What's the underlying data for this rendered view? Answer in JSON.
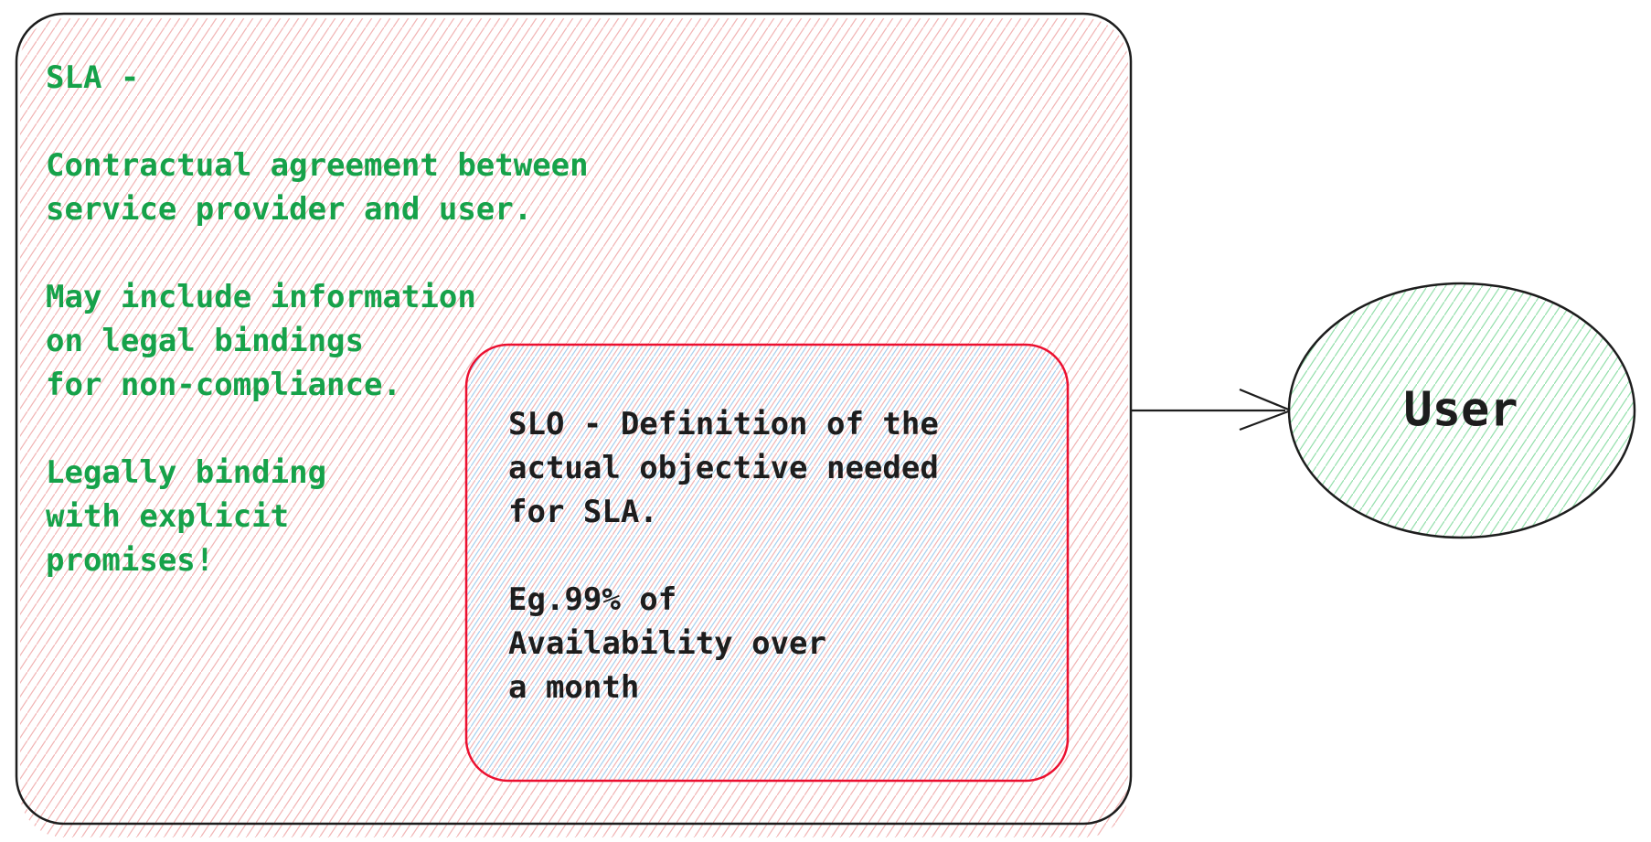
{
  "diagram": {
    "background_color": "#ffffff",
    "sla_box": {
      "text": "SLA -\n\nContractual agreement between\nservice provider and user.\n\nMay include information\non legal bindings\nfor non-compliance.\n\nLegally binding\nwith explicit\npromises!",
      "text_color": "#16a24a",
      "border_color": "#1d1d1d",
      "hatch_color": "#f2b6b6"
    },
    "slo_box": {
      "text": "SLO - Definition of the\nactual objective needed\nfor SLA.\n\nEg.99% of\nAvailability over\na month",
      "text_color": "#1d1d1d",
      "border_color": "#ec1030",
      "hatch_color": "#a9d2ef"
    },
    "user_node": {
      "label": "User",
      "text_color": "#1d1d1d",
      "border_color": "#1d1d1d",
      "hatch_color": "#97e0ae"
    },
    "arrow": {
      "from": "sla_box",
      "to": "user_node",
      "color": "#1d1d1d"
    }
  }
}
